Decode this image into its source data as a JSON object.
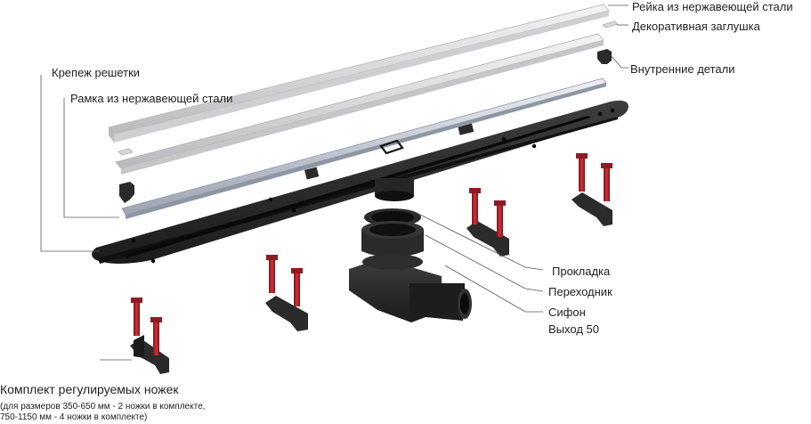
{
  "labels": {
    "stainless_strip": "Рейка из нержавеющей стали",
    "decorative_cap": "Декоративная заглушка",
    "inner_parts": "Внутренние детали",
    "grate_fastener": "Крепеж решетки",
    "stainless_frame": "Рамка из нержавеющей стали",
    "gasket": "Прокладка",
    "adapter": "Переходник",
    "siphon": "Сифон",
    "outlet": "Выход 50",
    "feet_kit": "Комплект регулируемых ножек",
    "feet_note_1": "(для размеров 350-650 мм - 2 ножки в комплекте,",
    "feet_note_2": "750-1150 мм - 4 ножки в комплекте)"
  },
  "colors": {
    "steel_light": "#e6e6e8",
    "steel_mid": "#c9c9cc",
    "steel_dark": "#a5a5aa",
    "body_black": "#2a2a2a",
    "screw_red": "#b5202a",
    "leader_line": "#555555"
  }
}
